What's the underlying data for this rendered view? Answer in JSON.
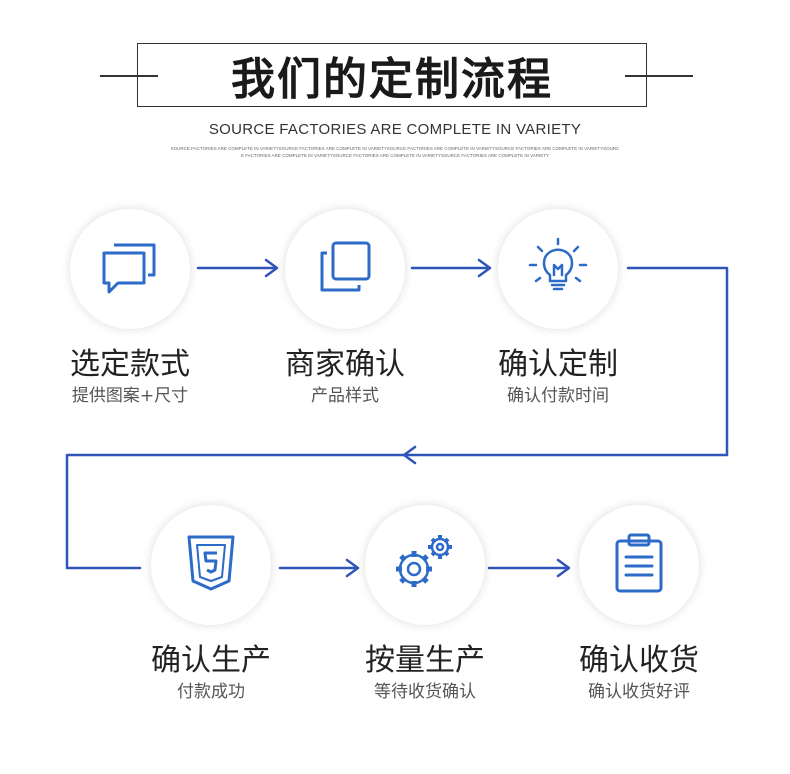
{
  "header": {
    "title": "我们的定制流程",
    "subtitle": "SOURCE FACTORIES ARE COMPLETE IN VARIETY",
    "fine_print_1": "SOURCE FACTORIES ARE COMPLETE IN VARIETYSOURCE FACTORIES ARE COMPLETE IN VARIETYSOURCE FACTORIES ARE COMPLETE IN VARIETYSOURCE FACTORIES ARE COMPLETE IN VARIETYSOURC",
    "fine_print_2": "E FACTORIES ARE COMPLETE IN VARIETYSOURCE FACTORIES ARE COMPLETE IN VARIETYSOURCE FACTORIES ARE COMPLETE IN VARIETY"
  },
  "colors": {
    "accent": "#2f55b8",
    "icon": "#2d6bc8"
  },
  "steps": [
    {
      "title": "选定款式",
      "subtitle": "提供图案+尺寸",
      "icon": "chat-bubbles-icon"
    },
    {
      "title": "商家确认",
      "subtitle": "产品样式",
      "icon": "copy-squares-icon"
    },
    {
      "title": "确认定制",
      "subtitle": "确认付款时间",
      "icon": "lightbulb-icon"
    },
    {
      "title": "确认生产",
      "subtitle": "付款成功",
      "icon": "html5-shield-icon"
    },
    {
      "title": "按量生产",
      "subtitle": "等待收货确认",
      "icon": "gears-icon"
    },
    {
      "title": "确认收货",
      "subtitle": "确认收货好评",
      "icon": "clipboard-icon"
    }
  ]
}
